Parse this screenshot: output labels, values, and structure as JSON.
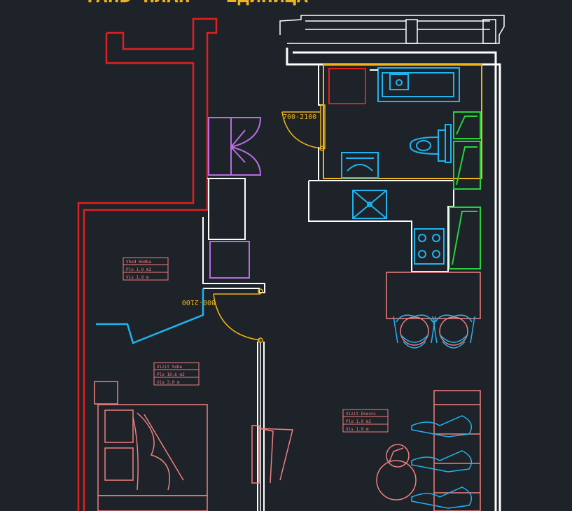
{
  "drawing": {
    "title_partial": "ТАНЬ ПЛАН - ЕДИНИЦА",
    "door_labels": {
      "bathroom_door": "700-2100",
      "entry_door": "800-2100"
    },
    "room_tags": [
      {
        "id": "corridor",
        "name": "Vhod Hodba",
        "area_label": "Plo 1.9 m2",
        "height_label": "Vis 1.9 m"
      },
      {
        "id": "bedroom",
        "name": "Vizit Sobe",
        "area_label": "Plo 10.6 m2",
        "height_label": "Vis 3.0 m"
      },
      {
        "id": "living",
        "name": "Vizit Dnevni",
        "area_label": "Plo 1.9 m2",
        "height_label": "Vis 1.9 m"
      }
    ]
  },
  "colors": {
    "background": "#1e2329",
    "walls": "#ffffff",
    "outline_red": "#e21f1f",
    "pink_furniture": "#f07f7f",
    "cyan_fixtures": "#1fb4f0",
    "green_cabinets": "#26d23a",
    "violet_storage": "#b86de0",
    "yellow_doors": "#f0b31a",
    "tag_text": "#f07f7f"
  }
}
